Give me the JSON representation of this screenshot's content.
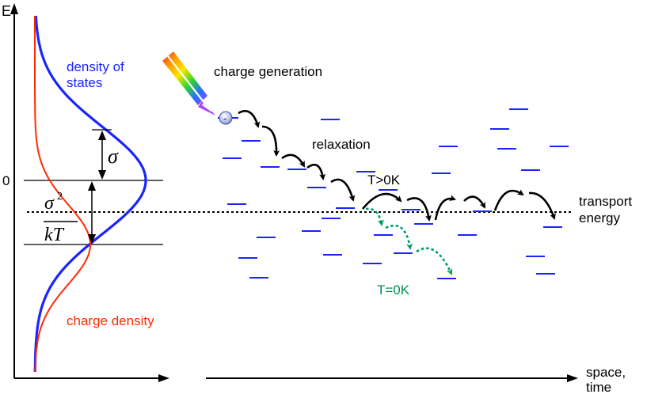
{
  "axes": {
    "energy_label": "E",
    "zero_label": "0",
    "x_label_line1": "space,",
    "x_label_line2": "time"
  },
  "labels": {
    "dos_line1": "density of",
    "dos_line2": "states",
    "charge_density": "charge density",
    "charge_generation": "charge generation",
    "relaxation": "relaxation",
    "t_positive": "T>0K",
    "t_zero": "T=0K",
    "transport_line1": "transport",
    "transport_line2": "energy",
    "charge_symbol": "-",
    "sigma": "σ",
    "sigma_sq": "σ",
    "sigma_sq_exp": "2",
    "kt": "kT"
  },
  "colors": {
    "dos": "#1a24ff",
    "charge_density": "#ff2a00",
    "state_level": "#1a24ff",
    "hop_high_t": "#000000",
    "hop_zero_t": "#00a060",
    "t_zero_text": "#009050",
    "axis": "#000000"
  },
  "icons": {
    "photon": "rainbow-arrow-icon",
    "charge": "electron-icon"
  }
}
